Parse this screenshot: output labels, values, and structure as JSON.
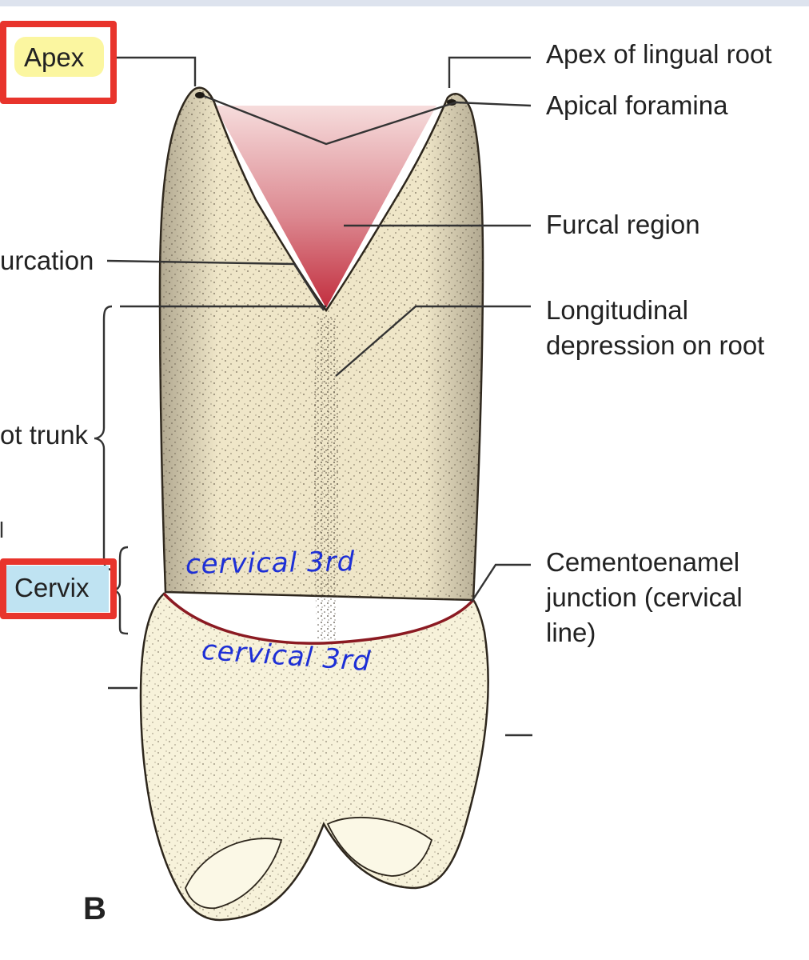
{
  "labels": {
    "apex": "Apex",
    "apex_lingual_root": "Apex of lingual root",
    "apical_foramina": "Apical foramina",
    "furcal_region": "Furcal region",
    "bifurcation_partial": "urcation",
    "longitudinal_line1": "Longitudinal",
    "longitudinal_line2": "depression on root",
    "root_trunk_partial": "ot trunk",
    "cervix": "Cervix",
    "cej_line1": "Cementoenamel",
    "cej_line2": "junction (cervical",
    "cej_line3": "line)"
  },
  "handwriting": {
    "upper": "cervical 3rd",
    "lower": "cervical 3rd"
  },
  "figure_letter": "B",
  "colors": {
    "root_fill": "#efe6c8",
    "crown_fill": "#f7f2da",
    "furcal_pink": "#c33a48",
    "highlight_yellow": "#fbf6a0",
    "highlight_blue": "#bfe3f2",
    "callout_red": "#e8342c",
    "handwriting_blue": "#1d2fd6"
  }
}
